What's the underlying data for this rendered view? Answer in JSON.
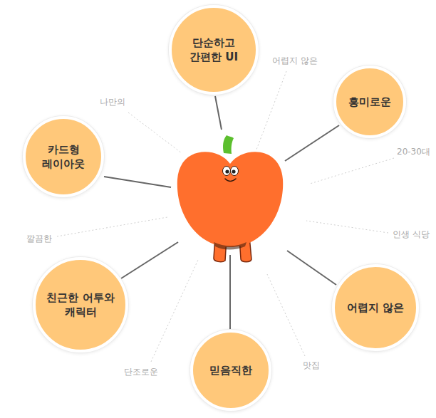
{
  "diagram": {
    "nodes": [
      {
        "text": [
          "단순하고 간편한 UI"
        ]
      },
      {
        "text": [
          "흥미로운"
        ]
      },
      {
        "text": [
          "카드형 레이아웃"
        ]
      },
      {
        "text": [
          "친근한 어투와 캐릭터"
        ]
      },
      {
        "text": [
          "어렵지 않은"
        ]
      },
      {
        "text": [
          "믿음직한"
        ]
      }
    ],
    "labels": [
      "어렵지 않은",
      "나만의",
      "20-30대",
      "인생 식당",
      "깔끔한",
      "맛집",
      "단조로운"
    ]
  }
}
